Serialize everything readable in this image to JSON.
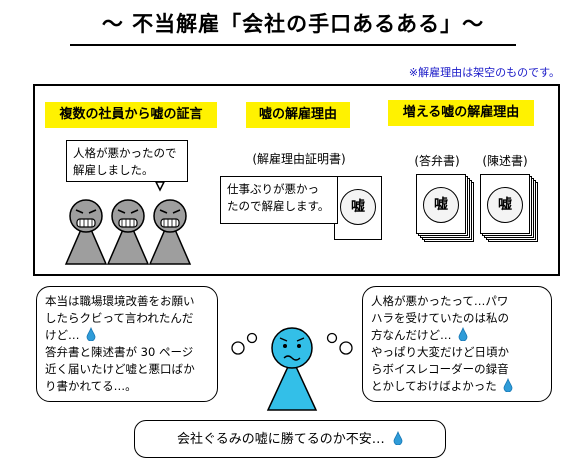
{
  "title": "〜 不当解雇「会社の手口あるある」〜",
  "note": "※解雇理由は架空のものです。",
  "panel": {
    "col1": {
      "heading": "複数の社員から嘘の証言",
      "bubble_line1": "人格が悪かったので",
      "bubble_line2": "解雇しました。"
    },
    "col2": {
      "heading": "嘘の解雇理由",
      "doc_caption": "(解雇理由証明書)",
      "bubble_line1": "仕事ぶりが悪かっ",
      "bubble_line2": "たので解雇します。",
      "stamp": "嘘"
    },
    "col3": {
      "heading": "増える嘘の解雇理由",
      "caption_left": "(答弁書)",
      "caption_right": "(陳述書)",
      "stamp_left": "嘘",
      "stamp_right": "嘘"
    }
  },
  "left_bubble": {
    "line1": "本当は職場環境改善をお願い",
    "line2": "したらクビって言われたんだ",
    "line3": "けど…",
    "line4": "答弁書と陳述書が 30 ページ",
    "line5": "近く届いたけど嘘と悪口ばか",
    "line6": "り書かれてる…。"
  },
  "right_bubble": {
    "line1": "人格が悪かったって…パワ",
    "line2": "ハラを受けていたのは私の",
    "line3": "方なんだけど…",
    "line4": "やっぱり大変だけど日頃か",
    "line5": "らボイスレコーダーの録音",
    "line6": "とかしておけばよかった"
  },
  "bottom_bubble": "会社ぐるみの嘘に勝てるのか不安…",
  "colors": {
    "highlight": "#fff200",
    "character": "#33bfe8",
    "drop": "#2f9cd8",
    "note": "#1a1ac8"
  }
}
